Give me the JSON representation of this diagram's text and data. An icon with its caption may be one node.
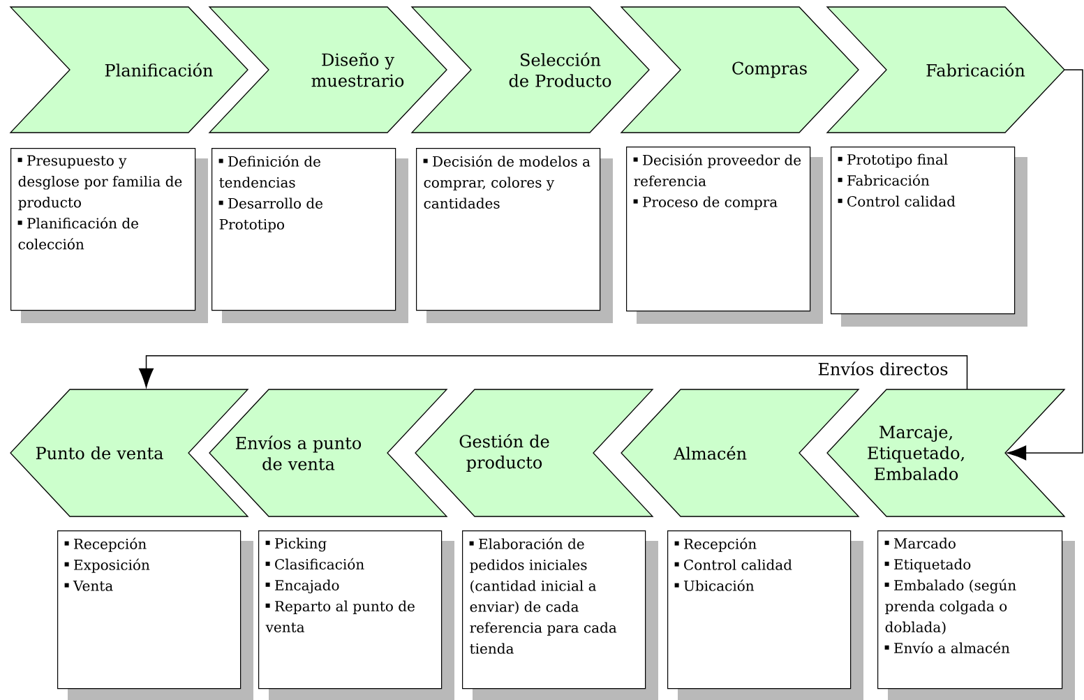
{
  "diagram": {
    "nodes": [
      {
        "text": [
          "Planificación"
        ]
      },
      {
        "text": [
          "Diseño y muestrario"
        ]
      },
      {
        "text": [
          "Selección de Producto"
        ]
      },
      {
        "text": [
          "Compras"
        ]
      },
      {
        "text": [
          "Fabricación"
        ]
      },
      {
        "text": [
          "Presupuesto y desglose por familia de producto",
          "Planificación de colección"
        ]
      },
      {
        "text": [
          "Definición de tendencias",
          "Desarrollo de Prototipo"
        ]
      },
      {
        "text": [
          "Decisión de modelos a comprar, colores y cantidades"
        ]
      },
      {
        "text": [
          "Decisión proveedor de referencia",
          "Proceso de compra"
        ]
      },
      {
        "text": [
          "Prototipo final",
          "Fabricación",
          "Control calidad"
        ]
      },
      {
        "text": [
          "Punto de venta"
        ]
      },
      {
        "text": [
          "Envíos a punto de venta"
        ]
      },
      {
        "text": [
          "Gestión de producto"
        ]
      },
      {
        "text": [
          "Almacén"
        ]
      },
      {
        "text": [
          "Marcaje, Etiquetado, Embalado"
        ]
      },
      {
        "text": [
          "Recepción",
          "Exposición",
          "Venta"
        ]
      },
      {
        "text": [
          "Picking",
          "Clasificación",
          "Encajado",
          "Reparto al punto de venta"
        ]
      },
      {
        "text": [
          "Elaboración de pedidos iniciales (cantidad inicial a enviar) de cada referencia para cada tienda"
        ]
      },
      {
        "text": [
          "Recepción",
          "Control calidad",
          "Ubicación"
        ]
      },
      {
        "text": [
          "Marcado",
          "Etiquetado",
          "Embalado (según prenda colgada o doblada)",
          "Envío a almacén"
        ]
      }
    ],
    "edges": [
      {
        "from": 4,
        "to": 14,
        "arrow": "to"
      },
      {
        "from": 14,
        "to": 10,
        "arrow": "to",
        "label": "Envíos directos"
      }
    ]
  }
}
